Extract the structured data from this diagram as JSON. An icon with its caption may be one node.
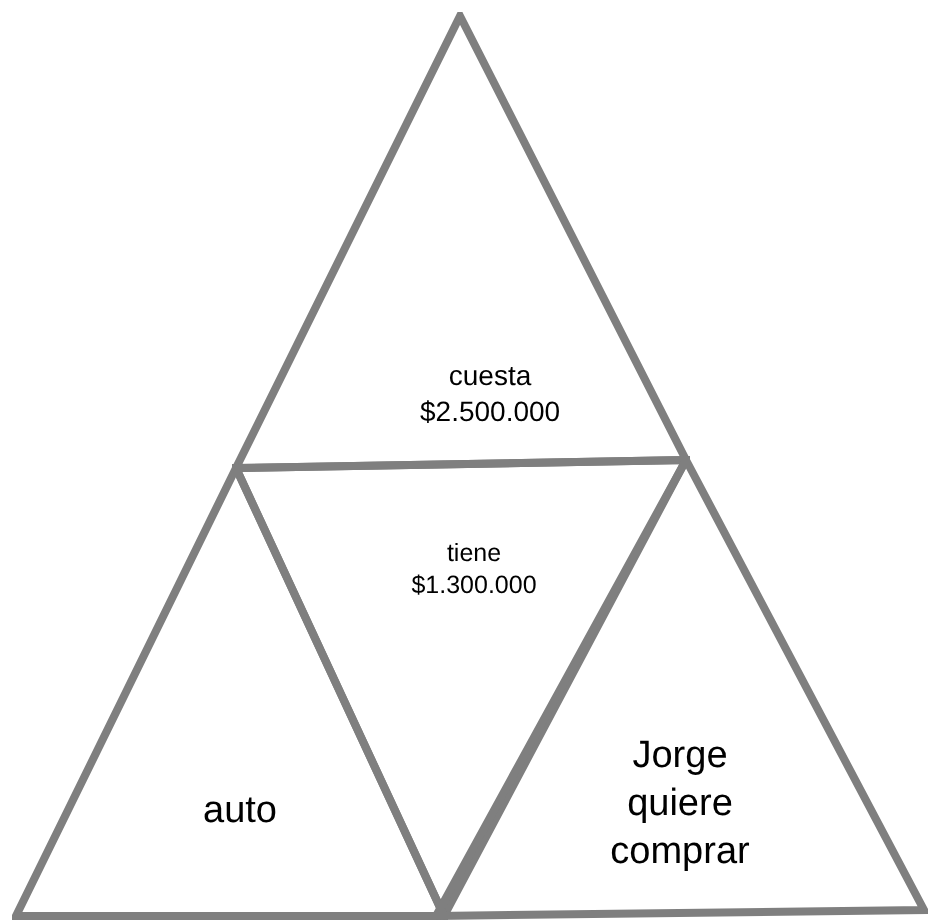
{
  "diagram": {
    "nodes": [
      {
        "text": [
          "cuesta $2.500.000"
        ]
      },
      {
        "text": [
          "tiene $1.300.000"
        ]
      },
      {
        "text": [
          "auto"
        ]
      },
      {
        "text": [
          "Jorge quiere comprar"
        ]
      }
    ]
  }
}
